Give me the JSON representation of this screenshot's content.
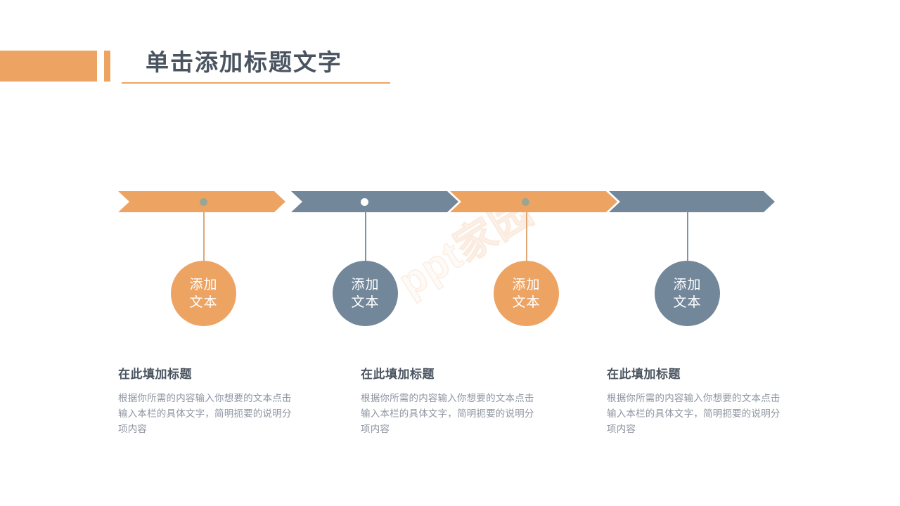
{
  "slide": {
    "background": "#ffffff",
    "title": "单击添加标题文字",
    "watermark": "ppt家园"
  },
  "colors": {
    "orange": "#eda463",
    "blue": "#72879a",
    "title_text": "#4a5460",
    "body_text": "#8d94a0",
    "dot_gray": "#9aa694",
    "dot_white": "#ffffff"
  },
  "arrows": [
    {
      "color": "orange",
      "dot": "#9aa694"
    },
    {
      "color": "blue",
      "dot": "#ffffff"
    },
    {
      "color": "orange",
      "dot": "#9aa694"
    },
    {
      "color": "blue",
      "dot": "none"
    }
  ],
  "circles": [
    {
      "color": "orange",
      "line1": "添加",
      "line2": "文本"
    },
    {
      "color": "blue",
      "line1": "添加",
      "line2": "文本"
    },
    {
      "color": "orange",
      "line1": "添加",
      "line2": "文本"
    },
    {
      "color": "blue",
      "line1": "添加",
      "line2": "文本"
    }
  ],
  "text_blocks": [
    {
      "heading": "在此填加标题",
      "body": "根据你所需的内容输入你想要的文本点击输入本栏的具体文字，简明扼要的说明分项内容"
    },
    {
      "heading": "在此填加标题",
      "body": "根据你所需的内容输入你想要的文本点击输入本栏的具体文字，简明扼要的说明分项内容"
    },
    {
      "heading": "在此填加标题",
      "body": "根据你所需的内容输入你想要的文本点击输入本栏的具体文字，简明扼要的说明分项内容"
    }
  ]
}
